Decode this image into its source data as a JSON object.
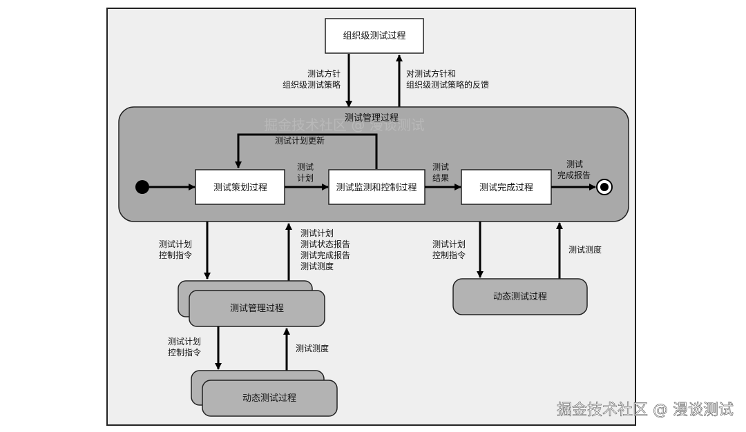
{
  "diagram": {
    "org_process": "组织级测试过程",
    "edge_policy_down": [
      "测试方针",
      "组织级测试策略"
    ],
    "edge_feedback_up": [
      "对测试方针和",
      "组织级测试策略的反馈"
    ],
    "test_management_process": "测试管理过程",
    "loop_update_label": "测试计划更新",
    "planning_process": "测试策划过程",
    "edge_plan": [
      "测试",
      "计划"
    ],
    "monitoring_process": "测试监测和控制过程",
    "edge_result": [
      "测试",
      "结果"
    ],
    "completion_process": "测试完成过程",
    "edge_completion_report": [
      "测试",
      "完成报告"
    ],
    "edge_left_down": [
      "测试计划",
      "控制指令"
    ],
    "edge_left_up": [
      "测试计划",
      "测试状态报告",
      "测试完成报告",
      "测试测度"
    ],
    "edge_right_down": [
      "测试计划",
      "控制指令"
    ],
    "edge_right_up": "测试测度",
    "lower_management_process": "测试管理过程",
    "dynamic_process_right": "动态测试过程",
    "edge_lower_down": [
      "测试计划",
      "控制指令"
    ],
    "edge_lower_up": "测试测度",
    "dynamic_process_bottom": "动态测试过程"
  },
  "watermark": "掘金技术社区 @ 漫谈测试",
  "colors": {
    "panel_bg": "#efefef",
    "border": "#222222",
    "management_fill": "#a9a9a9",
    "process_fill": "#b3b3b3",
    "box_fill": "#ffffff",
    "arrow": "#000000",
    "watermark": "#ffffff"
  }
}
